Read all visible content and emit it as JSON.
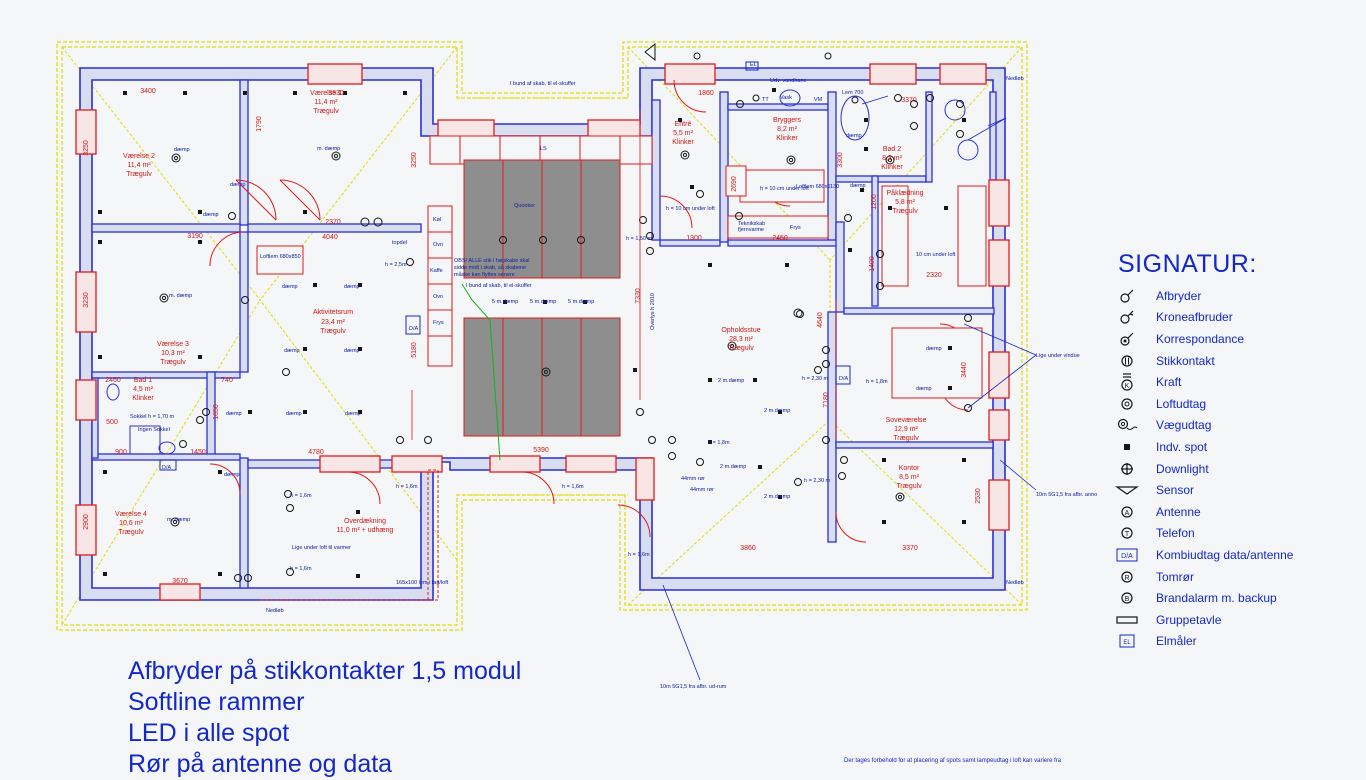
{
  "rooms": [
    {
      "key": "vaerelse1",
      "name": "Værelse 1",
      "area": "11,4 m²",
      "floor": "Trægulv"
    },
    {
      "key": "vaerelse2",
      "name": "Værelse 2",
      "area": "11,4 m²",
      "floor": "Trægulv"
    },
    {
      "key": "vaerelse3",
      "name": "Værelse 3",
      "area": "10,3 m²",
      "floor": "Trægulv"
    },
    {
      "key": "bad1",
      "name": "Bad 1",
      "area": "4,5 m²",
      "floor": "Klinker"
    },
    {
      "key": "vaerelse4",
      "name": "Værelse 4",
      "area": "10,6 m²",
      "floor": "Trægulv"
    },
    {
      "key": "aktivitetsrum",
      "name": "Aktivitetsrum",
      "area": "23,4 m²",
      "floor": "Trægulv"
    },
    {
      "key": "overdaekning",
      "name": "Overdækning",
      "area": "11,0 m² + udhæng",
      "floor": ""
    },
    {
      "key": "entre",
      "name": "Entré",
      "area": "5,5 m²",
      "floor": "Klinker"
    },
    {
      "key": "bryggers",
      "name": "Bryggers",
      "area": "8,2 m²",
      "floor": "Klinker"
    },
    {
      "key": "bad2",
      "name": "Bad 2",
      "area": "8,2 m²",
      "floor": "Klinker"
    },
    {
      "key": "paklaedning",
      "name": "Påklædning",
      "area": "5,8 m²",
      "floor": "Trægulv"
    },
    {
      "key": "opholdsstue",
      "name": "Opholdsstue",
      "area": "28,3 m²",
      "floor": "Trægulv"
    },
    {
      "key": "sovevaerelse",
      "name": "Soveværelse",
      "area": "12,9 m²",
      "floor": "Trægulv"
    },
    {
      "key": "kontor",
      "name": "Kontor",
      "area": "8,5 m²",
      "floor": "Trægulv"
    }
  ],
  "dimensions": {
    "d3400": "3400",
    "d3830": "3830",
    "d3250a": "3250",
    "d1790": "1790",
    "d3250b": "3250",
    "d2370": "2370",
    "d3190": "3190",
    "d4040": "4040",
    "d3230": "3230",
    "d2460": "2460",
    "d740": "740",
    "d1650": "1650",
    "d4780": "4780",
    "d2900": "2900",
    "d3670": "3670",
    "d5180": "5180",
    "d5390": "5390",
    "d7330": "7330",
    "d1860": "1860",
    "d2690": "2690",
    "d1300": "1300",
    "d2450": "2450",
    "d3300": "3300",
    "d3370a": "3370",
    "d1200": "1200",
    "d2320": "2320",
    "d1400": "1400",
    "d4640": "4640",
    "d7180": "7180",
    "d3440": "3440",
    "d2530": "2530",
    "d3860": "3860",
    "d3370b": "3370",
    "d500": "500",
    "d900": "900",
    "d1450": "1450"
  },
  "annotations": {
    "n_bund_skab_top": "I bund af skab, til el-skuffer",
    "n_obs": "OBS! ALLE stik i højskabe skal",
    "n_obs2": "sidde midt i skab, så skabene",
    "n_obs3": "måske kan flyttes senere",
    "n_bund_skab_mid": "I bund af skab, til el-skuffer",
    "n_quooker": "Quooker",
    "n_kol": "Køl",
    "n_ovn": "Ovn",
    "n_kaffe": "Kaffe",
    "n_frys": "Frys",
    "n_loftlem": "Loftlem 680x850",
    "n_udv_vandhane": "Udv. vandhane",
    "n_lem_tekstil": "Lem 700",
    "n_teknik": "Teknikskab",
    "n_fjernvarme": "fjernvarme",
    "n_frys_bryg": "Frys",
    "n_10cm_under_loft": "h = 10 cm under loft",
    "n_10cm_under_loft2": "h = 10 cm under loft",
    "n_10cm_under_loft3": "10 cm under loft",
    "n_lige_under_vindue": "Lige under vindue",
    "n_lige_under_tv": "Lige under loft til varmer",
    "n_10m_5g": "10m 5G1,5 fra afbr. anno",
    "n_10m_5g_bottom": "10m 5G1,5 fra afbr. ud-rum",
    "n_nedlob1": "Nedløb",
    "n_nedlob2": "Nedløb",
    "n_nedlob3": "Nedløb",
    "n_165x100": "165x100 lem i tag/loft",
    "n_daemp": "dæmp",
    "n_m_daemp": "m. dæmp",
    "n_5m_daemp": "5 m.dæmp",
    "n_2m_daemp": "2 m.dæmp",
    "n_h150": "h = 1,50 m",
    "n_h170": "h = 1,70 m",
    "n_h230": "h = 2,30 m",
    "n_h160": "h = 1,6m",
    "n_h180": "h = 1,8m",
    "n_h250": "h = 2,5m",
    "n_44mm": "44mm rør",
    "n_overlys": "Overlys h 2010",
    "n_vask": "Vask",
    "n_vm": "VM",
    "n_tt": "TT",
    "n_ls": "LS",
    "n_el": "EL",
    "n_topdel": "topdel",
    "n_loftlem2": "Loftlem 680x1130",
    "n_ingen_sokkel": "Ingen Sokkel",
    "n_sokkel_2": "Sokkel",
    "n_da": "D/A"
  },
  "legend": {
    "title": "SIGNATUR:",
    "items": [
      {
        "icon": "afbryder-icon",
        "label": "Afbryder"
      },
      {
        "icon": "kroneafbryder-icon",
        "label": "Kroneafbruder"
      },
      {
        "icon": "korrespondance-icon",
        "label": "Korrespondance"
      },
      {
        "icon": "stikkontakt-icon",
        "label": "Stikkontakt"
      },
      {
        "icon": "kraft-icon",
        "label": "Kraft"
      },
      {
        "icon": "loftudtag-icon",
        "label": "Loftudtag"
      },
      {
        "icon": "vaegudtag-icon",
        "label": "Vægudtag"
      },
      {
        "icon": "spot-icon",
        "label": "Indv. spot"
      },
      {
        "icon": "downlight-icon",
        "label": "Downlight"
      },
      {
        "icon": "sensor-icon",
        "label": "Sensor"
      },
      {
        "icon": "antenne-icon",
        "label": "Antenne"
      },
      {
        "icon": "telefon-icon",
        "label": "Telefon"
      },
      {
        "icon": "kombiudtag-icon",
        "label": "Kombiudtag data/antenne"
      },
      {
        "icon": "tomror-icon",
        "label": "Tomrør"
      },
      {
        "icon": "brandalarm-icon",
        "label": "Brandalarm m. backup"
      },
      {
        "icon": "gruppetavle-icon",
        "label": "Gruppetavle"
      },
      {
        "icon": "elmaler-icon",
        "label": "Elmåler"
      }
    ]
  },
  "notes": [
    "Afbryder på stikkontakter 1,5 modul",
    "Softline rammer",
    "LED i alle spot",
    "Rør på antenne og data"
  ],
  "disclaimer": "Der tages forbehold for at placering af spots samt lampeudtag i loft kan variere fra",
  "colors": {
    "wall": "#2a2fd8",
    "wall_fill": "#d9ddf0",
    "window": "#e01b1b",
    "roof_line": "#e8e000",
    "text_red": "#d01818",
    "text_blue": "#1428c8",
    "background": "#f4f6f8"
  }
}
